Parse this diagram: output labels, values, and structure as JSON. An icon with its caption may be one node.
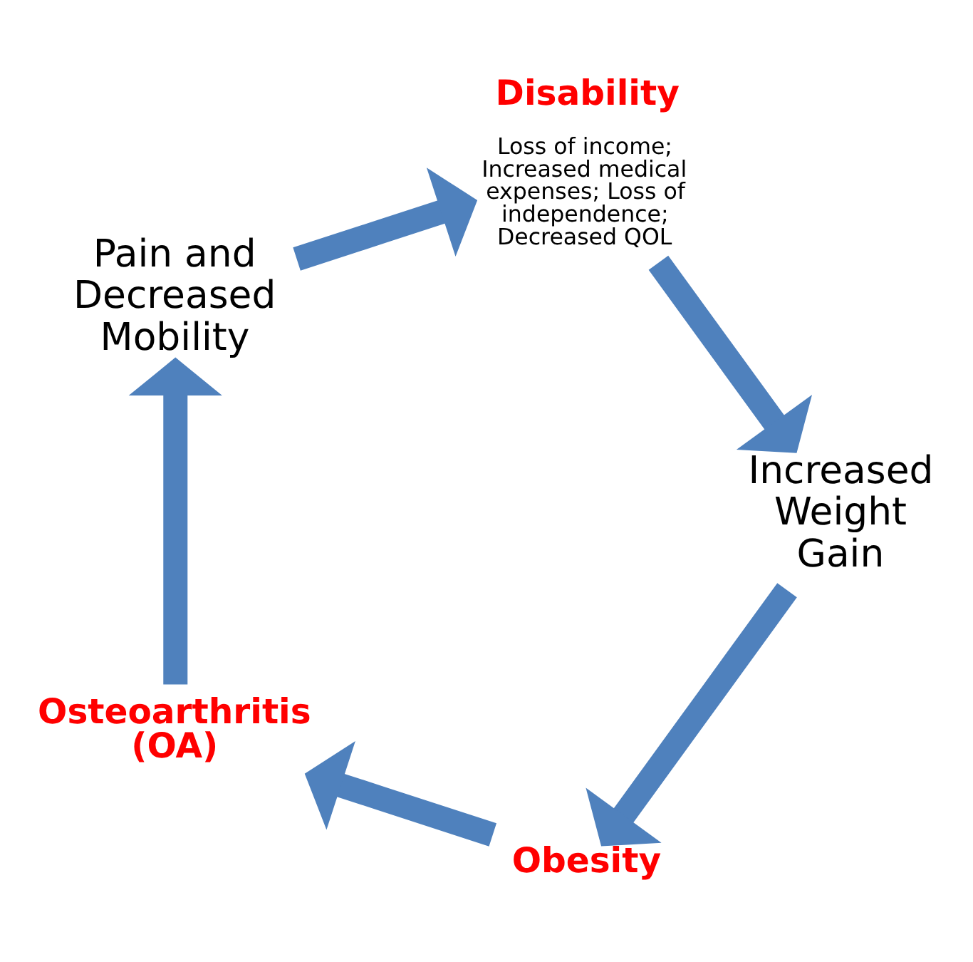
{
  "diagram": {
    "nodes": [
      {
        "text": [
          "Obesity"
        ]
      },
      {
        "text": [
          "Osteoarthritis (OA)"
        ]
      },
      {
        "text": [
          "Pain and Decreased Mobility"
        ]
      },
      {
        "text": [
          "Disability",
          "Loss of income; Increased medical expenses; Loss of independence; Decreased QOL"
        ]
      },
      {
        "text": [
          "Increased Weight Gain"
        ]
      }
    ],
    "edges": [
      {
        "from": 0,
        "to": 1,
        "arrow": "to"
      },
      {
        "from": 1,
        "to": 2,
        "arrow": "to"
      },
      {
        "from": 2,
        "to": 3,
        "arrow": "to"
      },
      {
        "from": 3,
        "to": 4,
        "arrow": "to"
      },
      {
        "from": 4,
        "to": 0,
        "arrow": "to"
      }
    ]
  }
}
